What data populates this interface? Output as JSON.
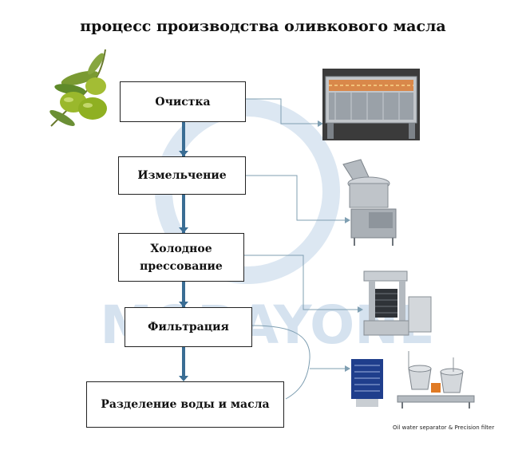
{
  "title": "процесс производства оливкового масла",
  "watermark": "MORAYONE",
  "steps": [
    {
      "label": "Очистка"
    },
    {
      "label": "Измельчение"
    },
    {
      "label_line1": "Холодное",
      "label_line2": "прессование"
    },
    {
      "label": "Фильтрация"
    },
    {
      "label": "Разделение воды и масла"
    }
  ],
  "equipment_caption": "Oil water separator & Precision filter",
  "icons": [
    "olive-branch-icon",
    "washing-machine-image",
    "crusher-machine-image",
    "oil-press-image",
    "filter-separator-image"
  ],
  "colors": {
    "flow_line": "#3a6d94",
    "connector": "#7f9fb2",
    "watermark": "#c9d9ea",
    "steel": "#b9bfc6"
  }
}
